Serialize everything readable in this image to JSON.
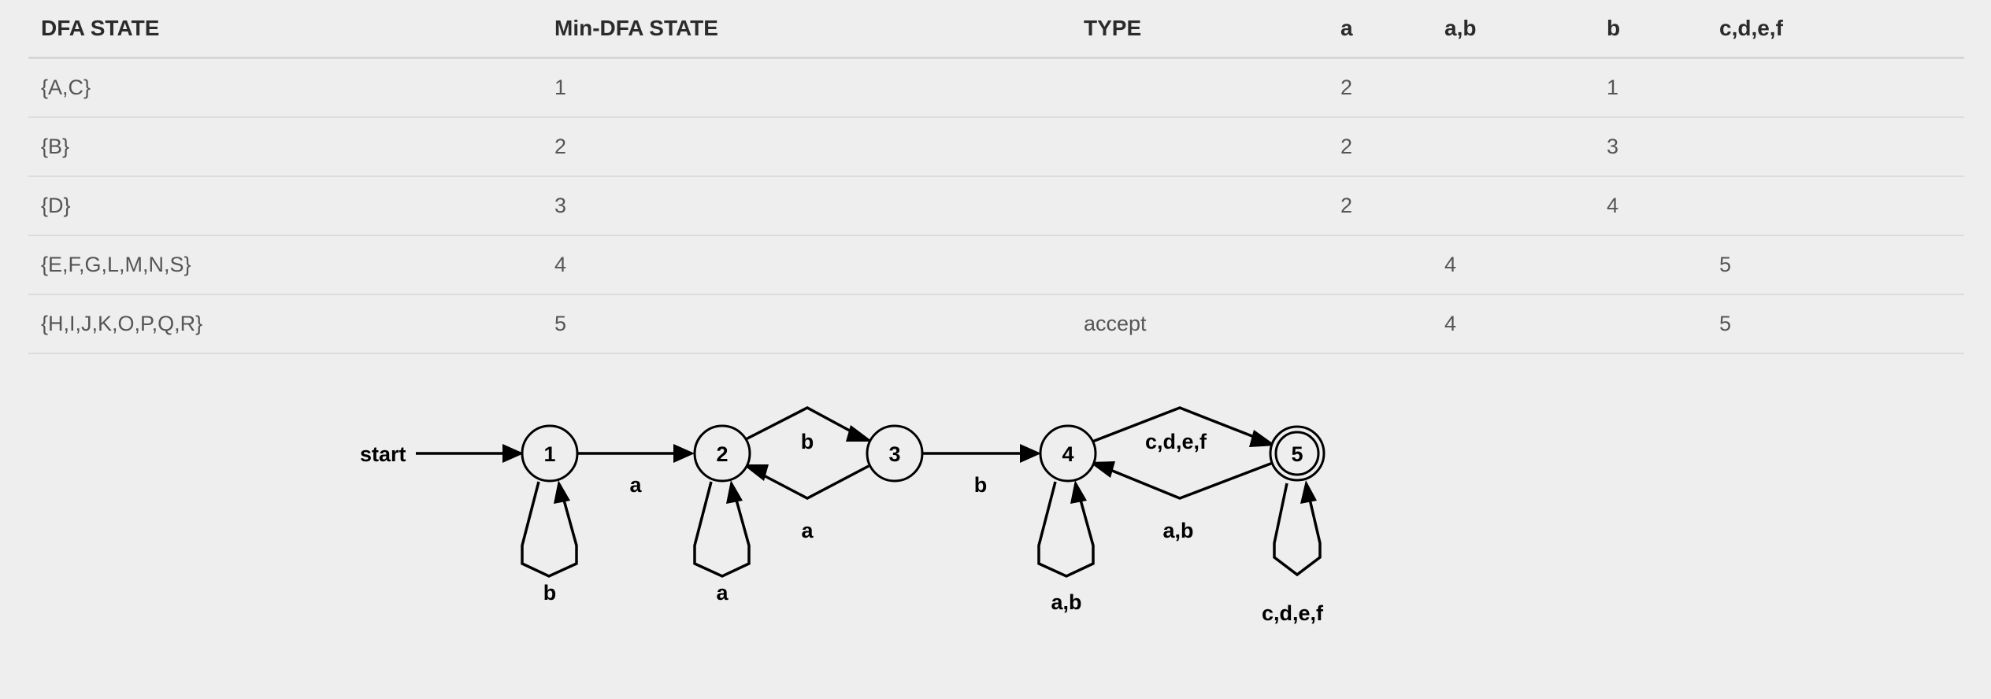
{
  "table": {
    "headers": [
      "DFA STATE",
      "Min-DFA STATE",
      "TYPE",
      "a",
      "a,b",
      "b",
      "c,d,e,f"
    ],
    "rows": [
      [
        "{A,C}",
        "1",
        "",
        "2",
        "",
        "1",
        ""
      ],
      [
        "{B}",
        "2",
        "",
        "2",
        "",
        "3",
        ""
      ],
      [
        "{D}",
        "3",
        "",
        "2",
        "",
        "4",
        ""
      ],
      [
        "{E,F,G,L,M,N,S}",
        "4",
        "",
        "",
        "4",
        "",
        "5"
      ],
      [
        "{H,I,J,K,O,P,Q,R}",
        "5",
        "accept",
        "",
        "4",
        "",
        "5"
      ]
    ]
  },
  "diagram": {
    "start_label": "start",
    "states": [
      {
        "id": "1",
        "label": "1",
        "accepting": false
      },
      {
        "id": "2",
        "label": "2",
        "accepting": false
      },
      {
        "id": "3",
        "label": "3",
        "accepting": false
      },
      {
        "id": "4",
        "label": "4",
        "accepting": false
      },
      {
        "id": "5",
        "label": "5",
        "accepting": true
      }
    ],
    "transitions": [
      {
        "from": "1",
        "to": "2",
        "label": "a"
      },
      {
        "from": "1",
        "to": "1",
        "label": "b"
      },
      {
        "from": "2",
        "to": "2",
        "label": "a"
      },
      {
        "from": "2",
        "to": "3",
        "label": "b"
      },
      {
        "from": "3",
        "to": "2",
        "label": "a"
      },
      {
        "from": "3",
        "to": "4",
        "label": "b"
      },
      {
        "from": "4",
        "to": "4",
        "label": "a,b"
      },
      {
        "from": "4",
        "to": "5",
        "label": "c,d,e,f"
      },
      {
        "from": "5",
        "to": "4",
        "label": "a,b"
      },
      {
        "from": "5",
        "to": "5",
        "label": "c,d,e,f"
      }
    ]
  }
}
